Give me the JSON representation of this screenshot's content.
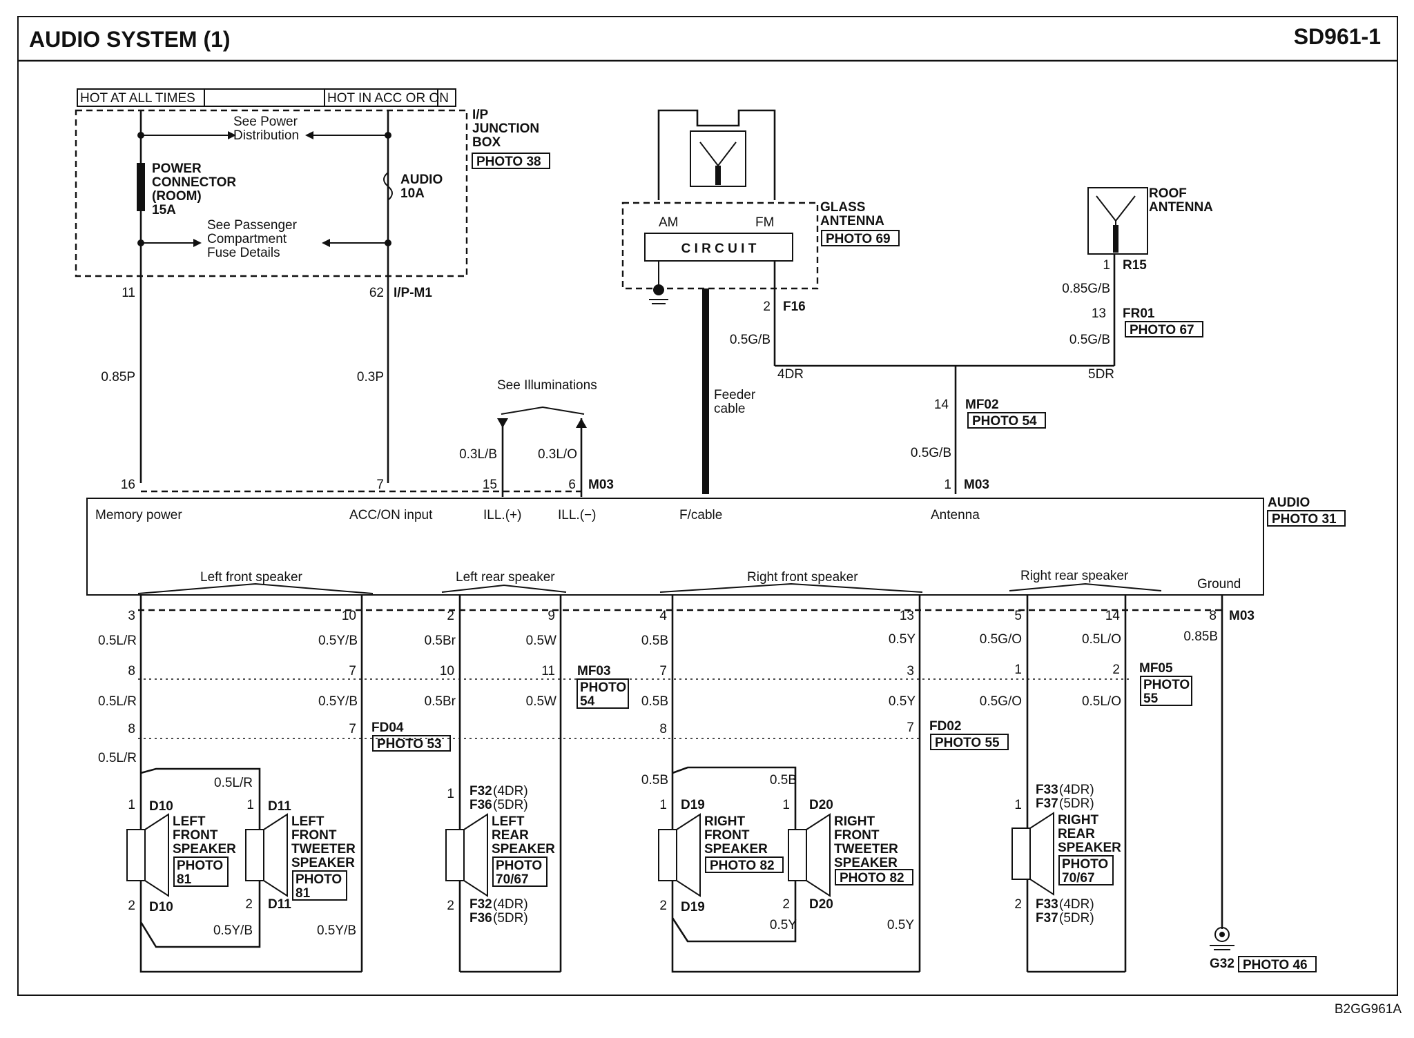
{
  "header": {
    "title": "AUDIO SYSTEM (1)",
    "code": "SD961-1"
  },
  "footer": {
    "ref": "B2GG961A"
  },
  "labels": {
    "hot_all": "HOT AT ALL TIMES",
    "hot_acc": "HOT IN ACC OR ON",
    "see_power": "See Power",
    "distribution": "Distribution",
    "power_conn": [
      "POWER",
      "CONNECTOR",
      "(ROOM)",
      "15A"
    ],
    "audio_fuse": [
      "AUDIO",
      "10A"
    ],
    "see_pass": [
      "See Passenger",
      "Compartment",
      "Fuse Details"
    ],
    "ip_jbox": [
      "I/P",
      "JUNCTION",
      "BOX"
    ],
    "photo_38": "PHOTO 38",
    "pin_11": "11",
    "pin_62": "62",
    "ipm1": "I/P-M1",
    "w_085p": "0.85P",
    "w_03p": "0.3P",
    "see_illum": "See Illuminations",
    "w_03lb": "0.3L/B",
    "w_03lo": "0.3L/O",
    "pin_16": "16",
    "pin_7": "7",
    "pin_15": "15",
    "pin_6": "6",
    "m03": "M03",
    "am": "AM",
    "fm": "FM",
    "circuit": "C I R C U I T",
    "glass_ant": [
      "GLASS",
      "ANTENNA"
    ],
    "photo_69": "PHOTO 69",
    "feeder": [
      "Feeder",
      "cable"
    ],
    "pin_2": "2",
    "f16": "F16",
    "w_05gb": "0.5G/B",
    "dr4": "4DR",
    "dr5": "5DR",
    "roof_ant": [
      "ROOF",
      "ANTENNA"
    ],
    "pin_1": "1",
    "r15": "R15",
    "w_085gb": "0.85G/B",
    "pin_13": "13",
    "fr01": "FR01",
    "photo_67": "PHOTO 67",
    "pin_14": "14",
    "mf02": "MF02",
    "photo_54": "PHOTO 54",
    "audio_unit": "AUDIO",
    "photo_31": "PHOTO 31",
    "audio_pins": {
      "memory": "Memory power",
      "acc": "ACC/ON input",
      "ill_p": "ILL.(+)",
      "ill_m": "ILL.(−)",
      "fcable": "F/cable",
      "antenna": "Antenna",
      "lf": "Left front speaker",
      "lr": "Left rear speaker",
      "rf": "Right front speaker",
      "rr": "Right rear speaker",
      "ground": "Ground"
    },
    "p3": "3",
    "p10": "10",
    "p2": "2",
    "p9": "9",
    "p4": "4",
    "p13": "13",
    "p5": "5",
    "p14": "14",
    "p8": "8",
    "w_05lr": "0.5L/R",
    "w_05yb": "0.5Y/B",
    "w_05br": "0.5Br",
    "w_05w": "0.5W",
    "w_05b": "0.5B",
    "w_05y": "0.5Y",
    "w_05go": "0.5G/O",
    "w_05lo": "0.5L/O",
    "w_085b": "0.85B",
    "c8": "8",
    "c7": "7",
    "c10": "10",
    "c11": "11",
    "c3": "3",
    "c1": "1",
    "c2": "2",
    "mf03": "MF03",
    "photo54_a": "PHOTO",
    "photo54_b": "54",
    "mf05": "MF05",
    "photo55_a": "PHOTO",
    "photo55_b": "55",
    "fd04": "FD04",
    "photo_53": "PHOTO 53",
    "fd02": "FD02",
    "photo_55": "PHOTO 55",
    "d10": "D10",
    "d11": "D11",
    "d19": "D19",
    "d20": "D20",
    "f32": "F32",
    "f36": "F36",
    "f33": "F33",
    "f37": "F37",
    "dr4p": "(4DR)",
    "dr5p": "(5DR)",
    "lfs": [
      "LEFT",
      "FRONT",
      "SPEAKER"
    ],
    "lft": [
      "LEFT",
      "FRONT",
      "TWEETER",
      "SPEAKER"
    ],
    "lrs": [
      "LEFT",
      "REAR",
      "SPEAKER"
    ],
    "rfs": [
      "RIGHT",
      "FRONT",
      "SPEAKER"
    ],
    "rft": [
      "RIGHT",
      "FRONT",
      "TWEETER",
      "SPEAKER"
    ],
    "rrs": [
      "RIGHT",
      "REAR",
      "SPEAKER"
    ],
    "photo_w": "PHOTO",
    "n81": "81",
    "n7067": "70/67",
    "photo_82": "PHOTO 82",
    "g32": "G32",
    "photo_46": "PHOTO 46"
  }
}
